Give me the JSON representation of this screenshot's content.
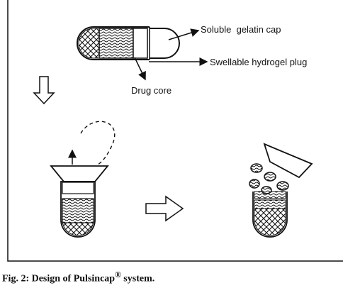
{
  "labels": {
    "cap": "Soluble  gelatin cap",
    "plug": "Swellable hydrogel plug",
    "core": "Drug core"
  },
  "caption": {
    "prefix": "Fig. 2: Design of Pulsincap",
    "mark": "®",
    "suffix": " system."
  }
}
